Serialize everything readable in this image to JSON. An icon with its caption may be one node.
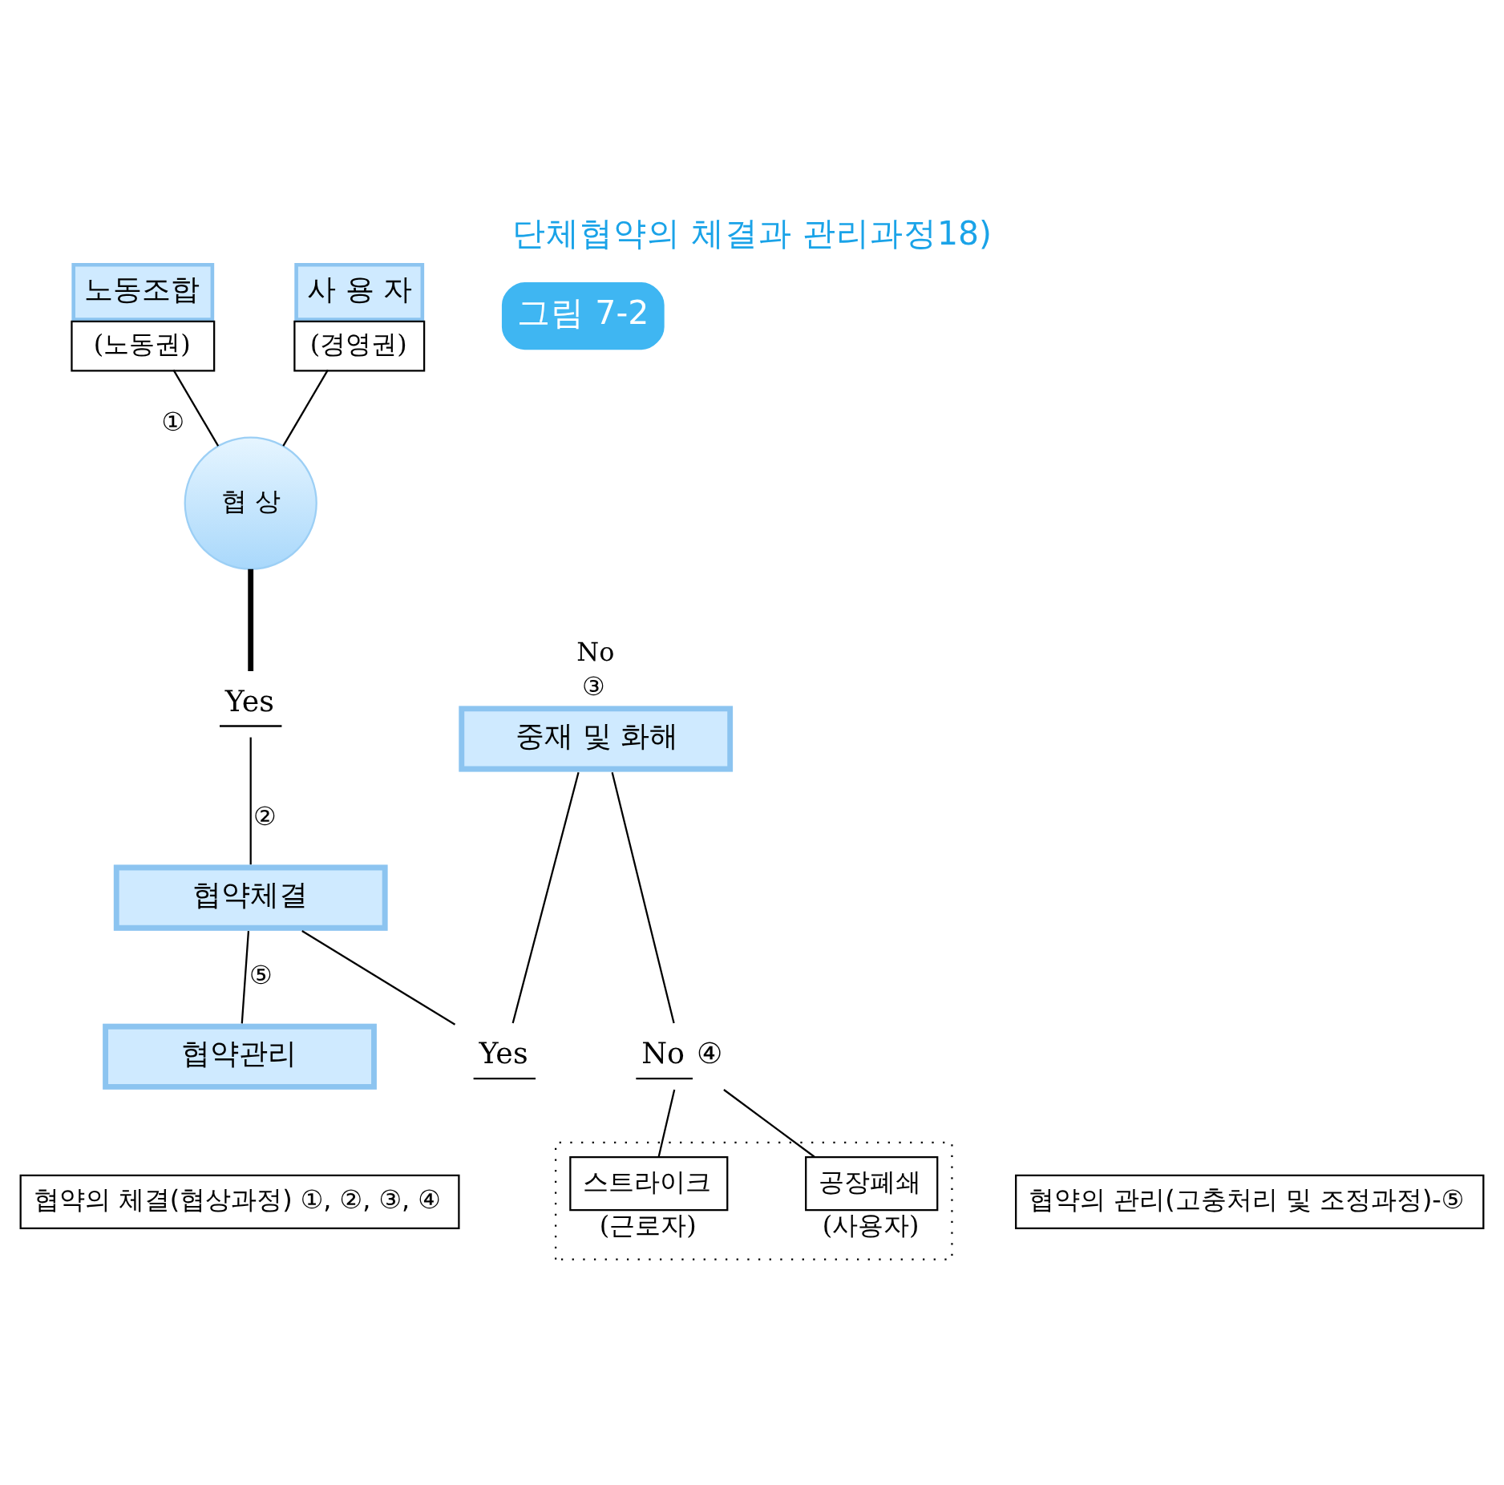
{
  "diagram": {
    "title": "단체협약의 체결과 관리과정18)",
    "nodes": [
      {
        "text": [
          "노동조합",
          "(노동권)"
        ]
      },
      {
        "text": [
          "사 용 자",
          "(경영권)"
        ]
      },
      {
        "text": [
          "협 상"
        ],
        "beside": [
          "①"
        ]
      },
      {
        "text": [
          "Yes"
        ]
      },
      {
        "text": [
          "협약체결"
        ]
      },
      {
        "text": [
          "협약관리"
        ]
      },
      {
        "text": [
          "중재 및 화해"
        ],
        "beside": [
          "No",
          "③"
        ]
      },
      {
        "text": [
          "Yes"
        ]
      },
      {
        "text": [
          "No",
          "④"
        ]
      },
      {
        "text": [],
        "shape": "box"
      },
      {
        "text": [
          "스트라이크"
        ],
        "in": 9,
        "beside": [
          "(근로자)"
        ]
      },
      {
        "text": [
          "공장폐쇄"
        ],
        "in": 9,
        "beside": [
          "(사용자)"
        ]
      },
      {
        "text": [
          "협약의 체결(협상과정) ①, ②, ③, ④"
        ]
      },
      {
        "text": [
          "협약의 관리(고충처리 및 조정과정)-⑤"
        ]
      }
    ],
    "edges": [
      {
        "from": 0,
        "to": 2,
        "arrow": "none"
      },
      {
        "from": 1,
        "to": 2,
        "arrow": "none"
      },
      {
        "from": 2,
        "to": 3,
        "arrow": "none",
        "style": "thick"
      },
      {
        "from": 3,
        "to": 4,
        "arrow": "none",
        "label": "②"
      },
      {
        "from": 4,
        "to": 5,
        "arrow": "none",
        "label": "⑤"
      },
      {
        "from": 4,
        "to": 7,
        "arrow": "none"
      },
      {
        "from": 6,
        "to": 7,
        "arrow": "none"
      },
      {
        "from": 6,
        "to": 8,
        "arrow": "none"
      },
      {
        "from": 8,
        "to": 10,
        "arrow": "none"
      },
      {
        "from": 8,
        "to": 11,
        "arrow": "none"
      }
    ],
    "labels": [
      "그림 7-2"
    ]
  }
}
